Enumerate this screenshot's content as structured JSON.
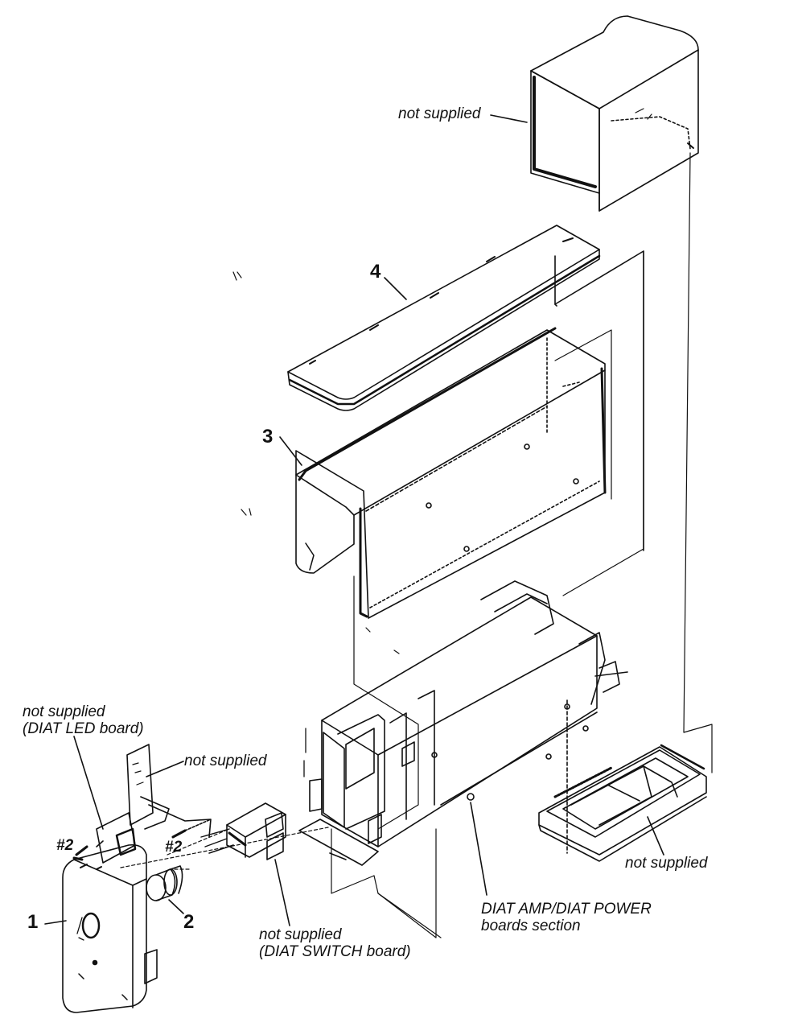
{
  "callouts": {
    "n1": "1",
    "n2": "2",
    "n3": "3",
    "n4": "4"
  },
  "screw_marks": {
    "left": "#2",
    "mid": "#2"
  },
  "labels": {
    "top_cover": "not supplied",
    "led_board_line1": "not supplied",
    "led_board_line2": "(DIAT LED board)",
    "bracket": "not supplied",
    "switch_board_line1": "not supplied",
    "switch_board_line2": "(DIAT SWITCH board)",
    "tray": "not supplied",
    "amp_section_line1": "DIAT AMP/DIAT POWER",
    "amp_section_line2": "boards section"
  },
  "colors": {
    "ink": "#111111",
    "paper": "#ffffff"
  }
}
